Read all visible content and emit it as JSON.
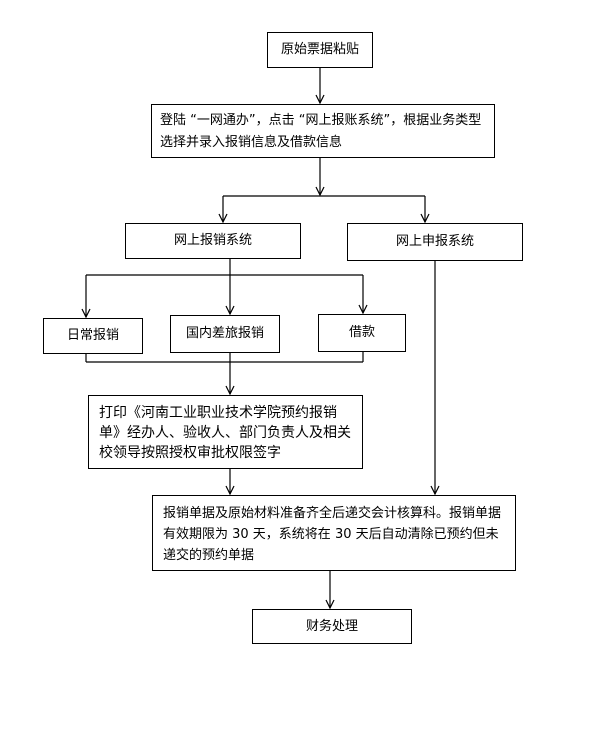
{
  "diagram": {
    "boxes": {
      "start": "原始票据粘贴",
      "login": "登陆 “一网通办”，点击 “网上报账系统”，根据业务类型选择并录入报销信息及借款信息",
      "online_reimbursement": "网上报销系统",
      "online_declaration": "网上申报系统",
      "daily": "日常报销",
      "domestic_travel": "国内差旅报销",
      "loan": "借款",
      "print_sign": "打印《河南工业职业技术学院预约报销单》经办人、验收人、部门负责人及相关校领导按照授权审批权限签字",
      "submit": "报销单据及原始材料准备齐全后递交会计核算科。报销单据有效期限为 30 天，系统将在 30 天后自动清除已预约但未递交的预约单据",
      "finance": "财务处理"
    }
  }
}
